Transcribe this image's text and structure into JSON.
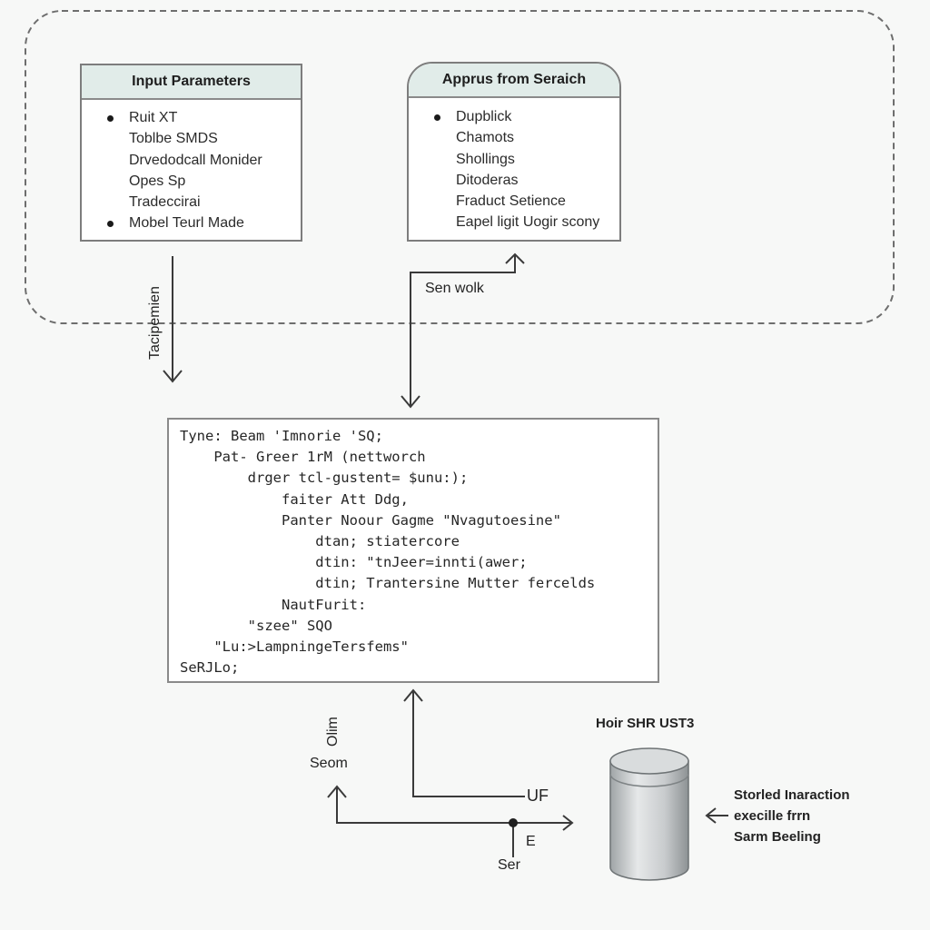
{
  "input_box": {
    "title": "Input Parameters",
    "items": [
      {
        "text": "Ruit XT",
        "bullet": true
      },
      {
        "text": "Toblbe SMDS",
        "bullet": false
      },
      {
        "text": "Drvedodcall Monider",
        "bullet": false
      },
      {
        "text": "Opes Sp",
        "bullet": false
      },
      {
        "text": "Tradeccirai",
        "bullet": false
      },
      {
        "text": "Mobel Teurl Made",
        "bullet": true
      }
    ]
  },
  "search_box": {
    "title": "Apprus from Seraich",
    "items": [
      {
        "text": "Dupblick",
        "bullet": true
      },
      {
        "text": "Chamots",
        "bullet": false
      },
      {
        "text": "Shollings",
        "bullet": false
      },
      {
        "text": "Ditoderas",
        "bullet": false
      },
      {
        "text": "Fraduct Setience",
        "bullet": false
      },
      {
        "text": "Eapel ligit Uogir scony",
        "bullet": false
      }
    ]
  },
  "labels": {
    "left_vertical": "Tacipemien",
    "sen_wolk": "Sen wolk",
    "olim": "Olim",
    "seom": "Seom",
    "uf": "UF",
    "e": "E",
    "ser": "Ser",
    "db_title": "Hoir SHR UST3",
    "db_note": [
      "Storled Inaraction",
      "execille frrn",
      "Sarm Beeling"
    ]
  },
  "code_lines": [
    "Tyne: Beam 'Imnorie 'SQ;",
    "    Pat- Greer 1rM (nettworch",
    "        drger tcl-gustent= $unu:);",
    "            faiter Att Ddg,",
    "            Panter Noour Gagme \"Nvagutoesine\"",
    "                dtan; stiatercore",
    "                dtin: \"tnJeer=innti(awer;",
    "                dtin; Trantersine Mutter fercelds",
    "            NautFurit:",
    "        \"szee\" SQO",
    "    \"Lu:>LampningeTersfems\"",
    "SeRJLo;"
  ],
  "colors": {
    "header_fill": "#e1ece9",
    "box_border": "#7d7d7d",
    "line": "#3a3a3a",
    "dashed_border": "#6e6e6e",
    "db_body": "#cfd2d3"
  }
}
